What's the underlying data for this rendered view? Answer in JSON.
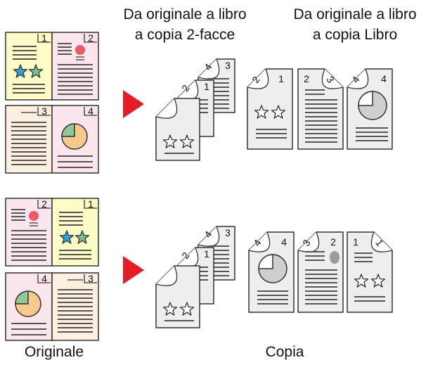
{
  "headers": {
    "col1": [
      "Da originale a libro",
      "a copia 2-facce"
    ],
    "col2": [
      "Da originale a libro",
      "a copia Libro"
    ]
  },
  "footer": {
    "original": "Originale",
    "copy": "Copia"
  },
  "page_numbers": [
    "1",
    "2",
    "3",
    "4"
  ],
  "colors": {
    "page_yellow": "#fdfbc6",
    "page_pink": "#fce6ee",
    "page_peach": "#fdf0e0",
    "arrow": "#e51e25",
    "star_blue": "#2ba6e0",
    "star_green": "#7bc08f",
    "pie_orange": "#f7c98a",
    "pie_green": "#8fc99a",
    "dot_red": "#ee5a63",
    "copy_sheet": "#eeeeee"
  }
}
